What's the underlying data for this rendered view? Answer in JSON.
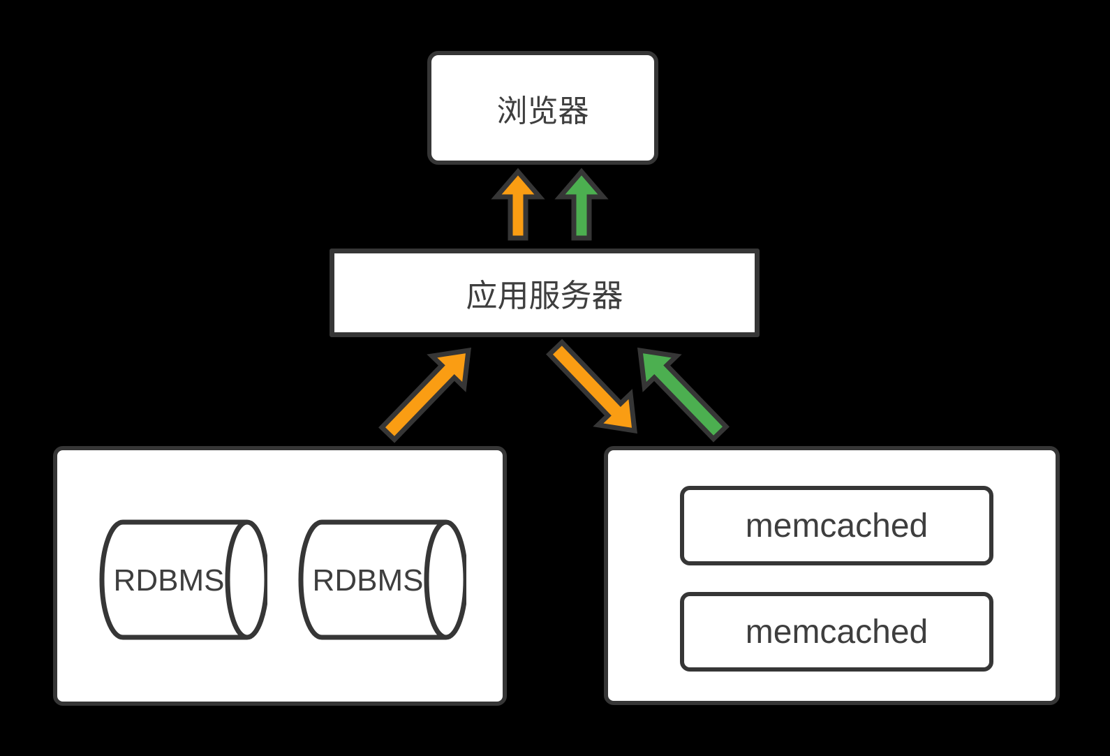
{
  "diagram": {
    "title": "browser / app-server / rdbms / memcached architecture",
    "background": "#000000"
  },
  "colors": {
    "background": "#000000",
    "box_fill": "#FFFFFF",
    "outline": "#363636",
    "text": "#3E3E3E",
    "arrow_orange": "#FA9D13",
    "arrow_green": "#4CAF50"
  },
  "nodes": {
    "browser": {
      "label": "浏览器"
    },
    "app_server": {
      "label": "应用服务器"
    },
    "rdbms_group": {
      "cylinders": [
        {
          "label": "RDBMS"
        },
        {
          "label": "RDBMS"
        }
      ]
    },
    "memcached_group": {
      "servers": [
        {
          "label": "memcached"
        },
        {
          "label": "memcached"
        }
      ]
    }
  },
  "arrows": [
    {
      "name": "app-server-to-browser",
      "color": "orange"
    },
    {
      "name": "app-server-to-browser-cached",
      "color": "green"
    },
    {
      "name": "rdbms-to-app-server",
      "color": "orange"
    },
    {
      "name": "app-server-to-memcached",
      "color": "orange"
    },
    {
      "name": "memcached-to-app-server",
      "color": "green"
    }
  ]
}
